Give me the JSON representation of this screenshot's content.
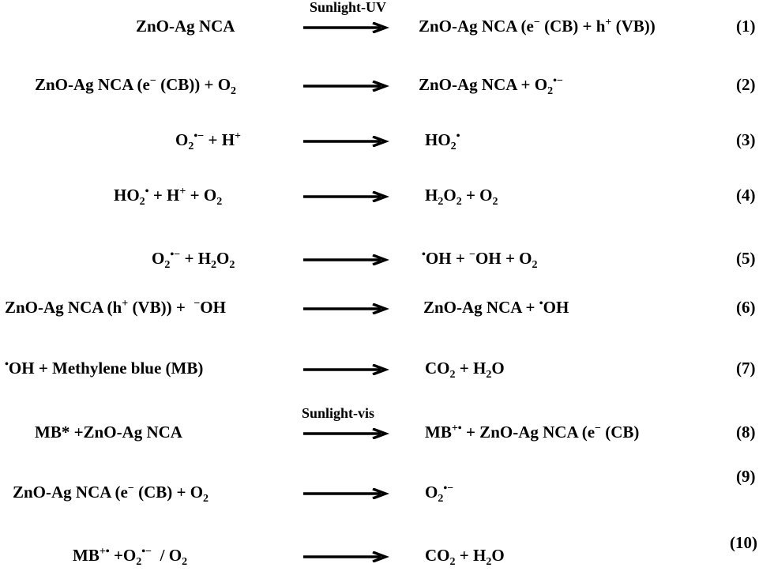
{
  "equations": [
    {
      "num": "(1)",
      "condition": "Sunlight-UV"
    },
    {
      "num": "(2)"
    },
    {
      "num": "(3)"
    },
    {
      "num": "(4)"
    },
    {
      "num": "(5)"
    },
    {
      "num": "(6)"
    },
    {
      "num": "(7)"
    },
    {
      "num": "(8)",
      "condition": "Sunlight-vis"
    },
    {
      "num": "(9)"
    },
    {
      "num": "(10)"
    }
  ],
  "colors": {
    "text": "#000000",
    "background": "#ffffff"
  }
}
